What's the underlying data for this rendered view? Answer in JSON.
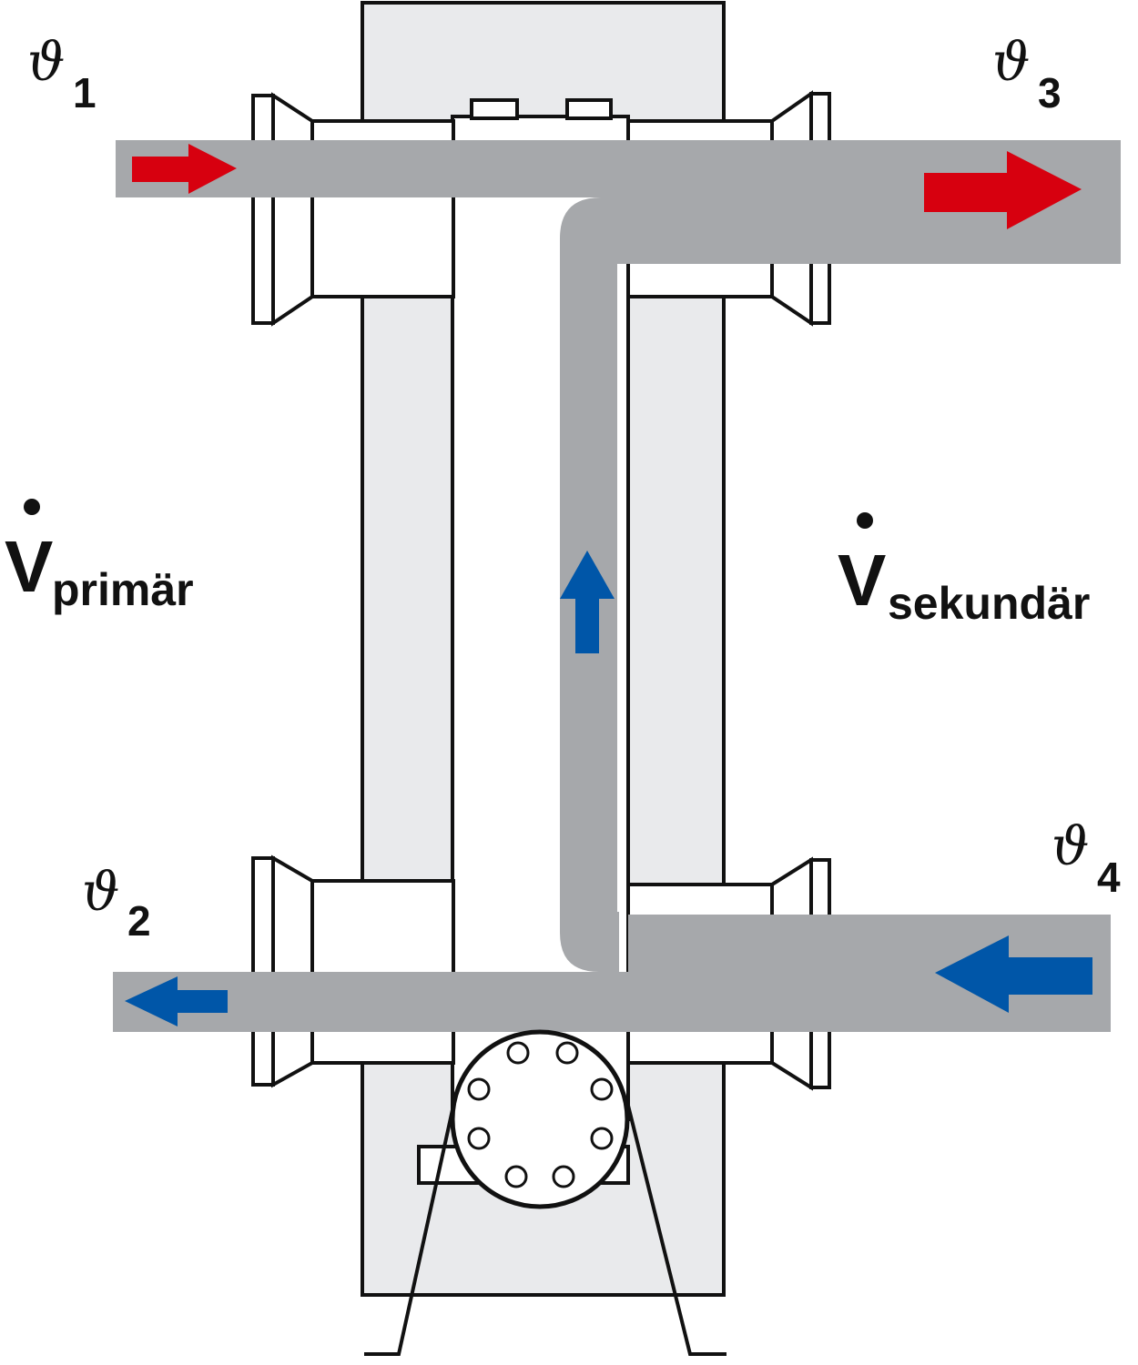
{
  "labels": {
    "theta1": {
      "symbol": "ϑ",
      "sub": "1"
    },
    "theta2": {
      "symbol": "ϑ",
      "sub": "2"
    },
    "theta3": {
      "symbol": "ϑ",
      "sub": "3"
    },
    "theta4": {
      "symbol": "ϑ",
      "sub": "4"
    },
    "v_primary": {
      "symbol": "V",
      "sub": "primär"
    },
    "v_secondary": {
      "symbol": "V",
      "sub": "sekundär"
    }
  },
  "colors": {
    "hot": "#d7000f",
    "cold": "#0056a8",
    "pipe": "#a6a8ab",
    "housing": "#e9eaec",
    "outline": "#111111"
  },
  "icons": [
    "flow-arrow-icon",
    "flange-icon",
    "pump-icon"
  ]
}
